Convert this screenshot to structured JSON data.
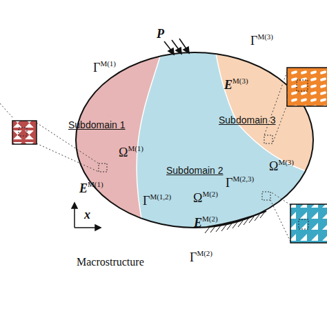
{
  "diagram": {
    "labels": [
      "P",
      "ΓM(1)",
      "ΓM(3)",
      "EM(3)",
      "Subdomain 1",
      "Subdomain 3",
      "ΩM(1)",
      "Subdomain 2",
      "ΩM(3)",
      "ΓM(2,3)",
      "ΓM(1,2)",
      "ΩM(2)",
      "EM(1)",
      "x",
      "EM(2)",
      "Macrostructure",
      "ΓM(2)"
    ]
  }
}
